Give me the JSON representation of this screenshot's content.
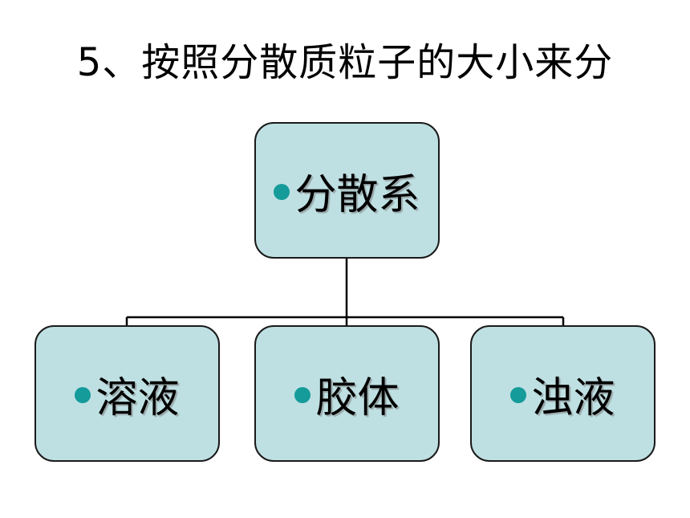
{
  "title": "5、按照分散质粒子的大小来分",
  "diagram": {
    "root": {
      "label": "分散系"
    },
    "children": [
      {
        "label": "溶液"
      },
      {
        "label": "胶体"
      },
      {
        "label": "浊液"
      }
    ]
  },
  "colors": {
    "node_fill": "#bfe0e3",
    "node_border": "#1a1a1a",
    "bullet": "#149b9a",
    "connector": "#000000"
  }
}
